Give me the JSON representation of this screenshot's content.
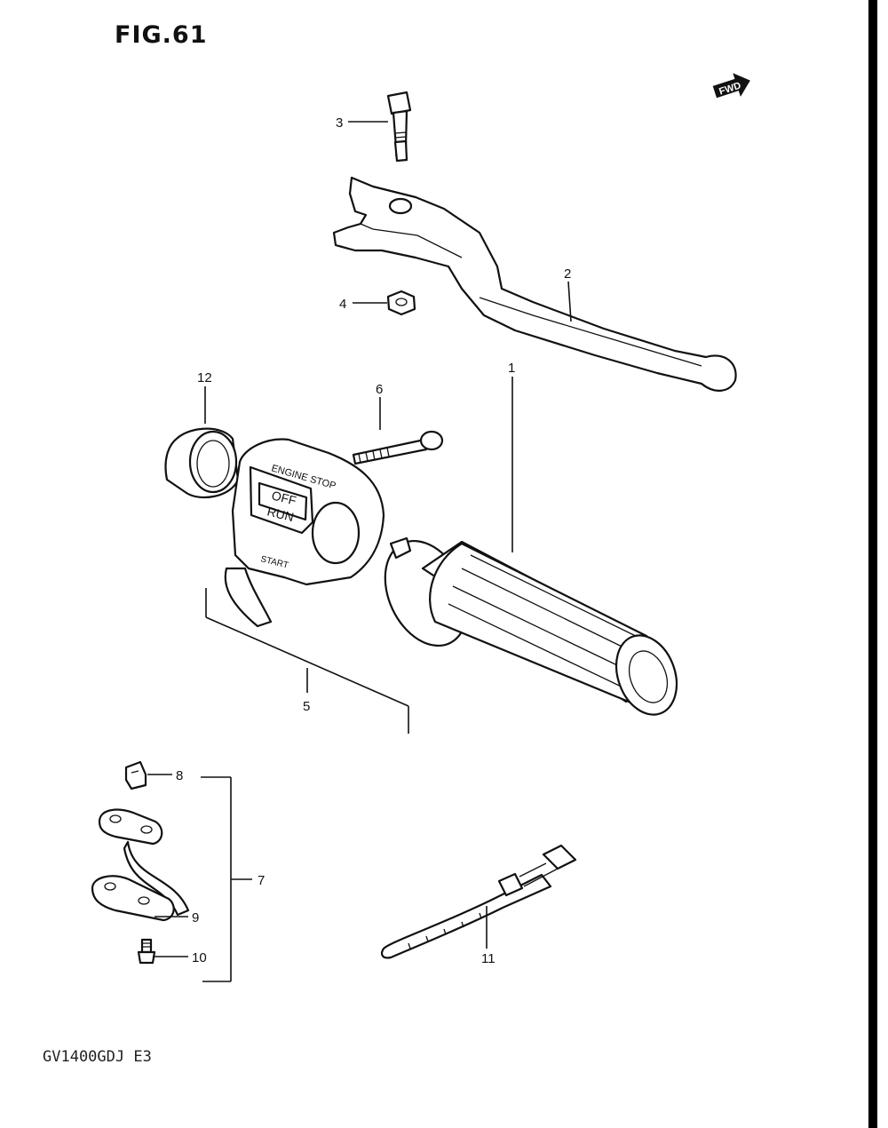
{
  "figure": {
    "title": "FIG.61",
    "model_code": "GV1400GDJ E3",
    "direction_badge": "FWD"
  },
  "switch_decal": {
    "top_label": "ENGINE STOP",
    "off_label": "OFF",
    "run_label": "RUN",
    "start_label": "START"
  },
  "callouts": [
    {
      "id": "1"
    },
    {
      "id": "2"
    },
    {
      "id": "3"
    },
    {
      "id": "4"
    },
    {
      "id": "5"
    },
    {
      "id": "6"
    },
    {
      "id": "7"
    },
    {
      "id": "8"
    },
    {
      "id": "9"
    },
    {
      "id": "10"
    },
    {
      "id": "11"
    },
    {
      "id": "12"
    }
  ]
}
